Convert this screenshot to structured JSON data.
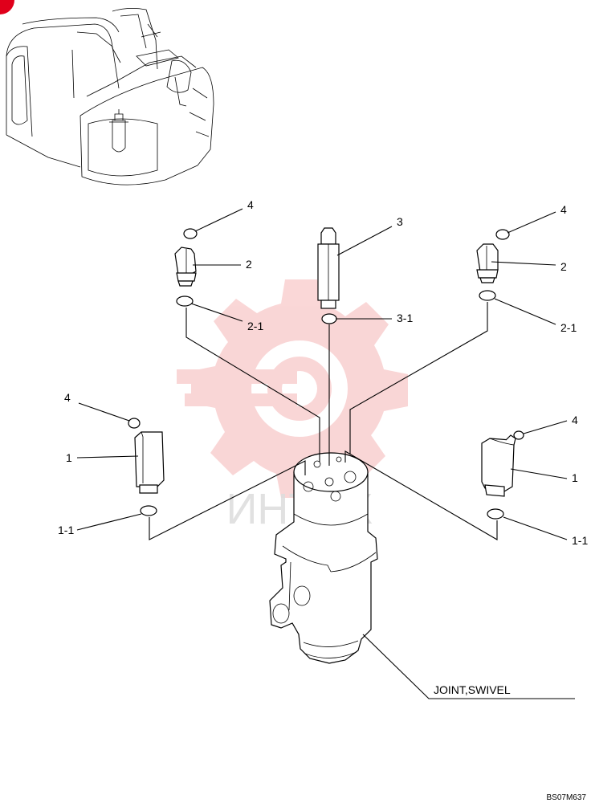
{
  "drawing_code": "BS07M637",
  "watermark_text": "ИНТЕХ",
  "callouts": {
    "fitting_1_left": "1",
    "oring_1_1_left": "1-1",
    "oring_4_left_lower": "4",
    "fitting_1_right": "1",
    "oring_1_1_right": "1-1",
    "oring_4_right_lower": "4",
    "elbow_2_left": "2",
    "oring_2_1_left": "2-1",
    "oring_4_left_upper": "4",
    "elbow_2_right": "2",
    "oring_2_1_right": "2-1",
    "oring_4_right_upper": "4",
    "connector_3": "3",
    "oring_3_1": "3-1"
  },
  "assembly_label": "JOINT,SWIVEL",
  "colors": {
    "line": "#000000",
    "watermark": "#e8484b",
    "corner_marker": "#e0001b"
  }
}
